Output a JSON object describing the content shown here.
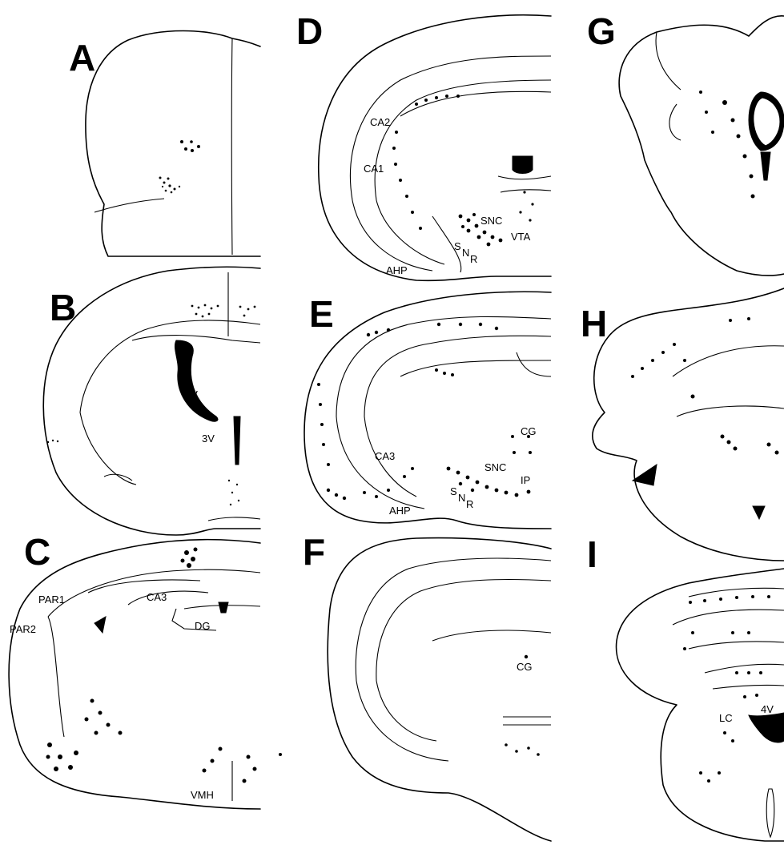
{
  "panels": [
    {
      "letter": "A",
      "labels": []
    },
    {
      "letter": "B",
      "labels": [
        "LV",
        "3V"
      ]
    },
    {
      "letter": "C",
      "labels": [
        "PAR1",
        "PAR2",
        "CA3",
        "DG",
        "VMH"
      ]
    },
    {
      "letter": "D",
      "labels": [
        "CA2",
        "CA1",
        "SNC",
        "VTA",
        "S",
        "N",
        "R",
        "AHP"
      ]
    },
    {
      "letter": "E",
      "labels": [
        "CG",
        "CA3",
        "SNC",
        "IP",
        "S",
        "N",
        "R",
        "AHP"
      ]
    },
    {
      "letter": "F",
      "labels": [
        "CG"
      ]
    },
    {
      "letter": "G",
      "labels": []
    },
    {
      "letter": "H",
      "labels": []
    },
    {
      "letter": "I",
      "labels": [
        "LC",
        "4V"
      ]
    }
  ]
}
